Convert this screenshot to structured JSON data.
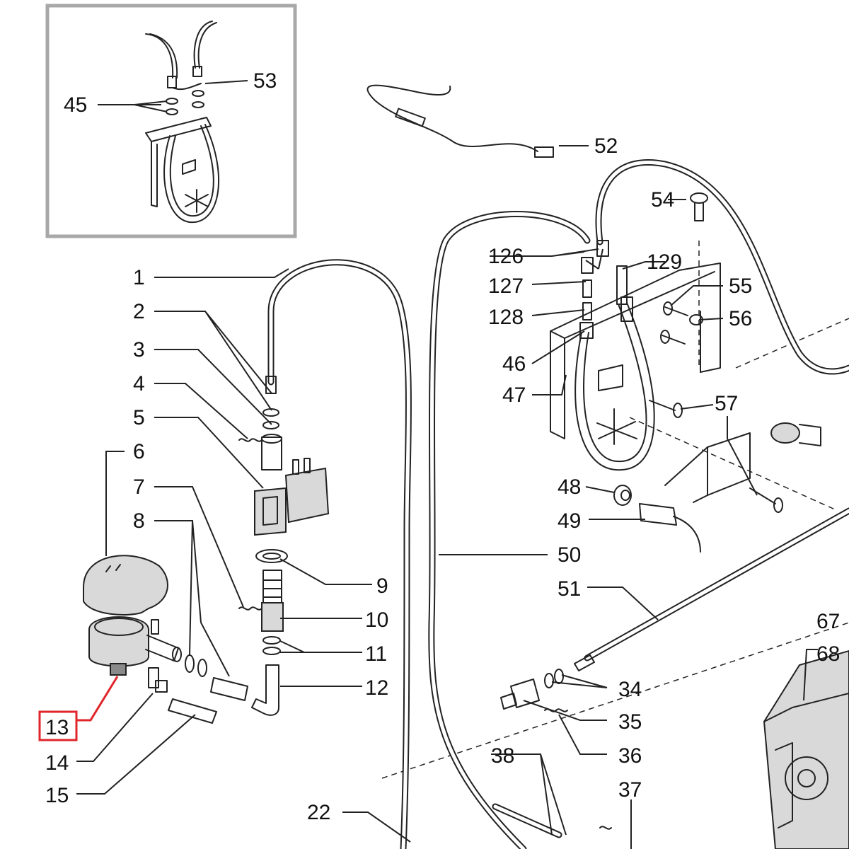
{
  "diagram": {
    "highlight_color": "#e0252b",
    "highlighted_part": "13",
    "inset_labels": [
      "45",
      "53"
    ],
    "labels": {
      "1": "1",
      "2": "2",
      "3": "3",
      "4": "4",
      "5": "5",
      "6": "6",
      "7": "7",
      "8": "8",
      "9": "9",
      "10": "10",
      "11": "11",
      "12": "12",
      "13": "13",
      "14": "14",
      "15": "15",
      "22": "22",
      "34": "34",
      "35": "35",
      "36": "36",
      "37": "37",
      "38": "38",
      "45": "45",
      "46": "46",
      "47": "47",
      "48": "48",
      "49": "49",
      "50": "50",
      "51": "51",
      "52": "52",
      "53": "53",
      "54": "54",
      "55": "55",
      "56": "56",
      "57": "57",
      "67": "67",
      "68": "68",
      "126": "126",
      "127": "127",
      "128": "128",
      "129": "129"
    }
  }
}
